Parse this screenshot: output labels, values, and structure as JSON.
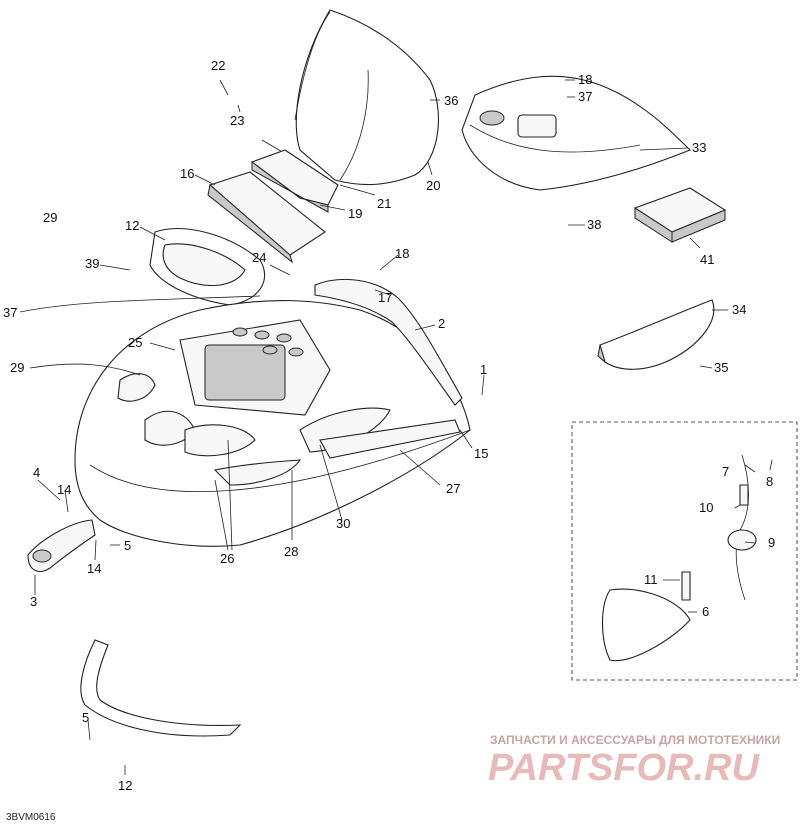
{
  "diagram_code": "3BVM0616",
  "watermark": {
    "tagline": "ЗАПЧАСТИ И АКСЕССУАРЫ ДЛЯ МОТОТЕХНИКИ",
    "brand": "PARTSFOR.RU"
  },
  "callouts": {
    "c1": "1",
    "c2": "2",
    "c3": "3",
    "c4": "4",
    "c5a": "5",
    "c5b": "5",
    "c6": "6",
    "c7": "7",
    "c8": "8",
    "c9": "9",
    "c10": "10",
    "c11": "11",
    "c12a": "12",
    "c12b": "12",
    "c14a": "14",
    "c14b": "14",
    "c15": "15",
    "c16": "16",
    "c17": "17",
    "c18a": "18",
    "c18b": "18",
    "c19": "19",
    "c20": "20",
    "c21": "21",
    "c22": "22",
    "c23": "23",
    "c24": "24",
    "c25": "25",
    "c26": "26",
    "c27": "27",
    "c28": "28",
    "c29a": "29",
    "c29b": "29",
    "c30": "30",
    "c33": "33",
    "c34": "34",
    "c35": "35",
    "c36": "36",
    "c37a": "37",
    "c37b": "37",
    "c38": "38",
    "c39": "39",
    "c41": "41"
  }
}
